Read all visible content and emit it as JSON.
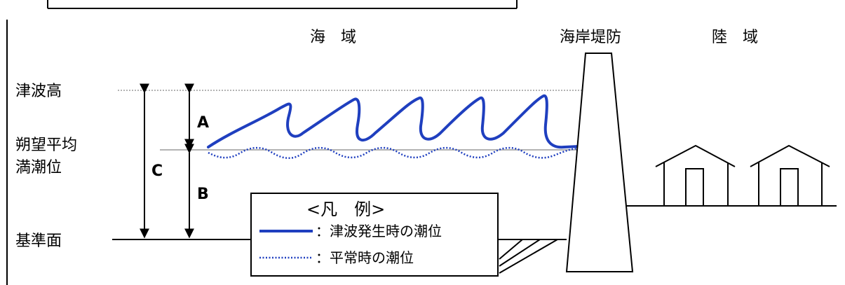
{
  "labels": {
    "sea_area": "海　域",
    "seawall": "海岸堤防",
    "land_area": "陸　域",
    "tsunami_height": "津波高",
    "mean_high_water_line1": "朔望平均",
    "mean_high_water_line2": "満潮位",
    "datum": "基準面",
    "a": "A",
    "b": "B",
    "c": "C"
  },
  "legend": {
    "title": "<凡　例>",
    "items": [
      {
        "text": "：津波発生時の潮位",
        "style": "solid",
        "color": "#1f3fbf"
      },
      {
        "text": "：平常時の潮位",
        "style": "dotted",
        "color": "#1f3fbf"
      }
    ]
  },
  "colors": {
    "wave": "#1f3fbf",
    "line": "#000000",
    "guide": "#9a9a9a"
  }
}
